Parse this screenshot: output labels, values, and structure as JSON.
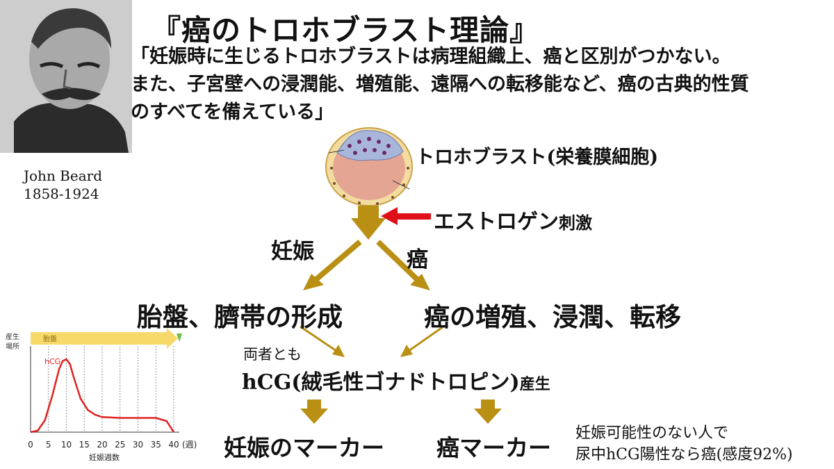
{
  "title": "『癌のトロホブラスト理論』",
  "quote_lines": [
    "「妊娠時に生じるトロホブラストは病理組織上、癌と区別がつかない。",
    "また、子宮壁への浸潤能、増殖能、遠隔への転移能など、癌の古典的性質",
    "のすべてを備えている」"
  ],
  "portrait_caption": {
    "name": "John Beard",
    "years": "1858-1924"
  },
  "trophoblast_label": "トロホブラスト(栄養膜細胞)",
  "estrogen": {
    "main": "エストロゲン",
    "suffix": "刺激"
  },
  "branch_left_label": "妊娠",
  "branch_right_label": "癌",
  "left_outcome": "胎盤、臍帯の形成",
  "right_outcome": "癌の増殖、浸潤、転移",
  "both_label": "両者とも",
  "hcg": {
    "main": "hCG(絨毛性ゴナドトロピン)",
    "suffix": "産生"
  },
  "left_marker": "妊娠のマーカー",
  "right_marker": "癌マーカー",
  "note_lines": [
    "妊娠可能性のない人で",
    "尿中hCG陽性なら癌(感度92%)"
  ],
  "colors": {
    "arrow_gold": "#b98f14",
    "arrow_red": "#e0101a",
    "curve_red": "#e02020",
    "bar_yellow": "#f7d96a"
  },
  "chart_data": {
    "type": "line",
    "side_label": "産生\n場所",
    "bar_label": "胎盤",
    "series": [
      {
        "name": "hCG",
        "x": [
          0,
          2,
          4,
          6,
          8,
          9,
          10,
          11,
          12,
          14,
          16,
          18,
          20,
          25,
          30,
          35,
          38,
          40
        ],
        "y": [
          0,
          2,
          15,
          45,
          80,
          90,
          92,
          86,
          70,
          42,
          28,
          22,
          19,
          18,
          18,
          18,
          14,
          0
        ]
      }
    ],
    "x_ticks": [
      "0",
      "5",
      "10",
      "15",
      "20",
      "25",
      "30",
      "35",
      "40"
    ],
    "x_unit": "(週)",
    "xlabel": "妊娠週数",
    "xlim": [
      0,
      40
    ],
    "ylim": [
      0,
      100
    ],
    "grid": "vertical dotted"
  }
}
